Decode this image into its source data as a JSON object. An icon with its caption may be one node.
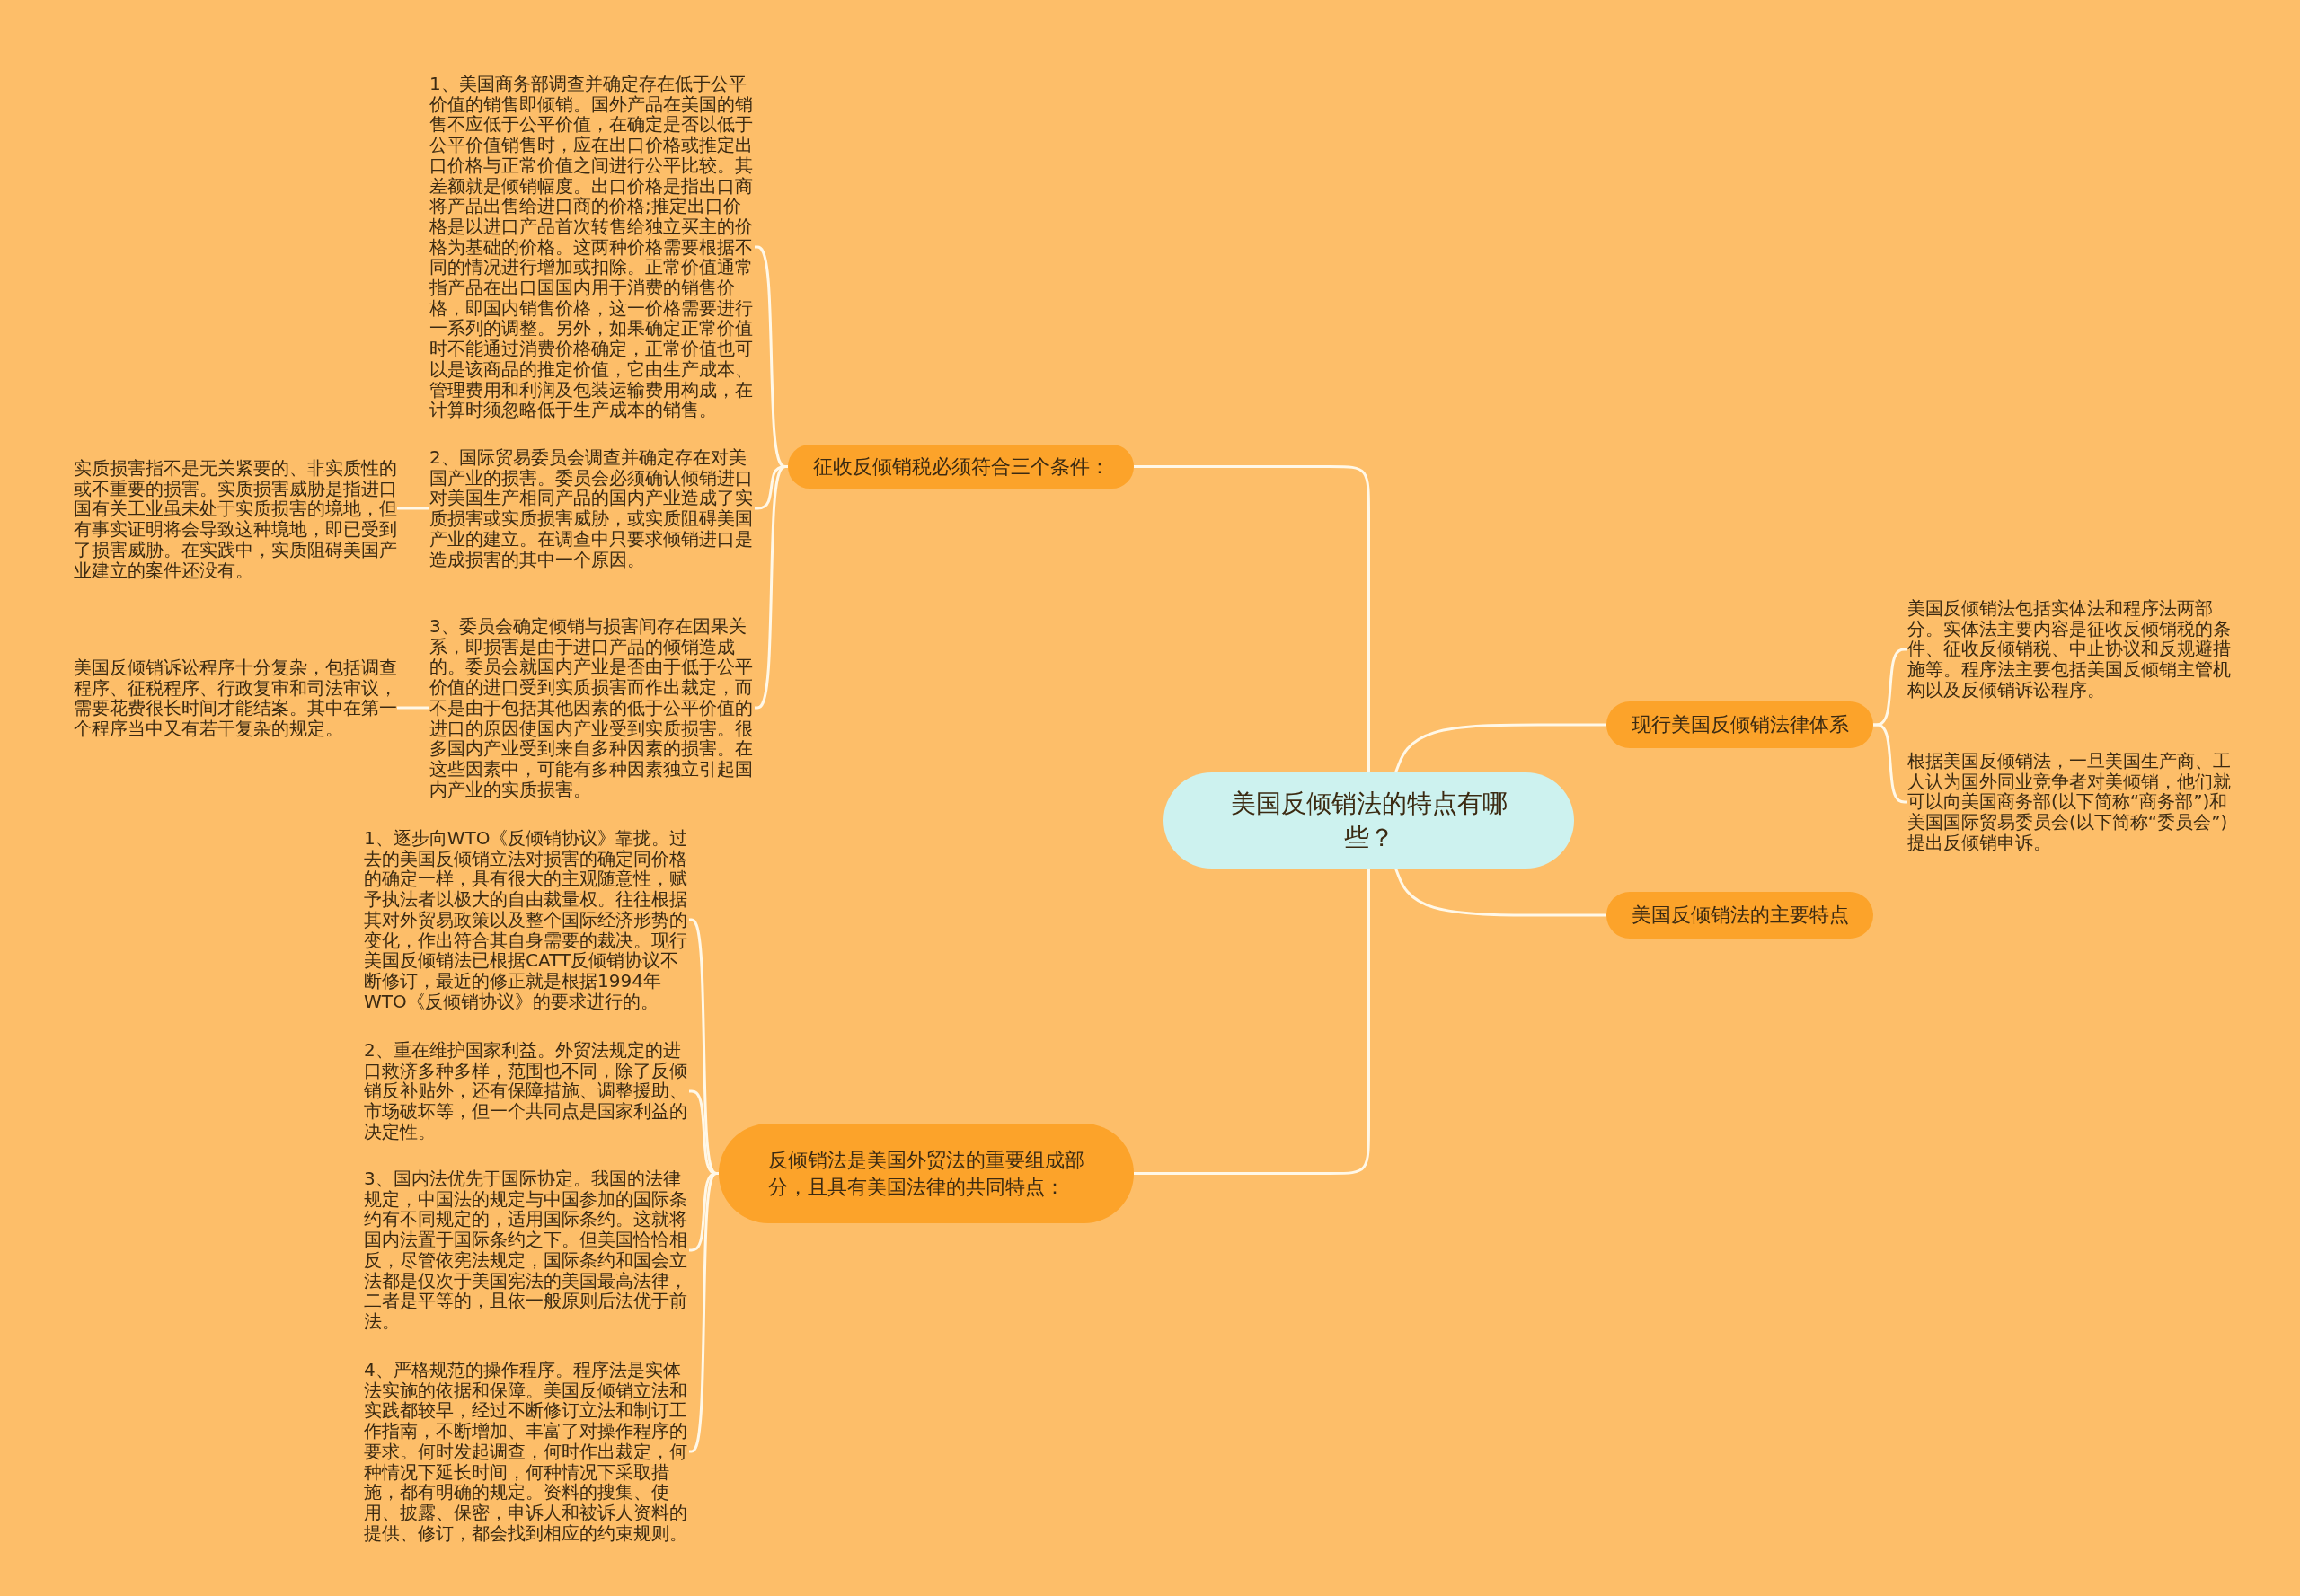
{
  "diagram": {
    "nodes": [
      {
        "text": [
          "美国反倾销法的特点有哪些？"
        ]
      },
      {
        "text": [
          "征收反倾销税必须符合三个条件："
        ]
      },
      {
        "text": [
          "1、美国商务部调查并确定存在低于公平价值的销售即倾销。国外产品在美国的销售不应低于公平价值，在确定是否以低于公平价值销售时，应在出口价格或推定出口价格与正常价值之间进行公平比较。其差额就是倾销幅度。出口价格是指出口商将产品出售给进口商的价格;推定出口价格是以进口产品首次转售给独立买主的价格为基础的价格。这两种价格需要根据不同的情况进行增加或扣除。正常价值通常指产品在出口国国内用于消费的销售价格，即国内销售价格，这一价格需要进行一系列的调整。另外，如果确定正常价值时不能通过消费价格确定，正常价值也可以是该商品的推定价值，它由生产成本、管理费用和利润及包装运输费用构成，在计算时须忽略低于生产成本的销售。"
        ]
      },
      {
        "text": [
          "2、国际贸易委员会调查并确定存在对美国产业的损害。委员会必须确认倾销进口对美国生产相同产品的国内产业造成了实质损害或实质损害威胁，或实质阻碍美国产业的建立。在调查中只要求倾销进口是造成损害的其中一个原因。"
        ]
      },
      {
        "text": [
          "实质损害指不是无关紧要的、非实质性的或不重要的损害。实质损害威胁是指进口国有关工业虽未处于实质损害的境地，但有事实证明将会导致这种境地，即已受到了损害威胁。在实践中，实质阻碍美国产业建立的案件还没有。"
        ]
      },
      {
        "text": [
          "3、委员会确定倾销与损害间存在因果关系，即损害是由于进口产品的倾销造成的。委员会就国内产业是否由于低于公平价值的进口受到实质损害而作出裁定，而不是由于包括其他因素的低于公平价值的进口的原因使国内产业受到实质损害。很多国内产业受到来自多种因素的损害。在这些因素中，可能有多种因素独立引起国内产业的实质损害。"
        ]
      },
      {
        "text": [
          "美国反倾销诉讼程序十分复杂，包括调查程序、征税程序、行政复审和司法审议，需要花费很长时间才能结案。其中在第一个程序当中又有若干复杂的规定。"
        ]
      },
      {
        "text": [
          "现行美国反倾销法律体系"
        ]
      },
      {
        "text": [
          "美国反倾销法包括实体法和程序法两部分。实体法主要内容是征收反倾销税的条件、征收反倾销税、中止协议和反规避措施等。程序法主要包括美国反倾销主管机构以及反倾销诉讼程序。"
        ]
      },
      {
        "text": [
          "根据美国反倾销法，一旦美国生产商、工人认为国外同业竞争者对美倾销，他们就可以向美国商务部(以下简称“商务部”)和美国国际贸易委员会(以下简称“委员会”)提出反倾销申诉。"
        ]
      },
      {
        "text": [
          "美国反倾销法的主要特点"
        ]
      },
      {
        "text": [
          "反倾销法是美国外贸法的重要组成部分，且具有美国法律的共同特点："
        ]
      },
      {
        "text": [
          "1、逐步向WTO《反倾销协议》靠拢。过去的美国反倾销立法对损害的确定同价格的确定一样，具有很大的主观随意性，赋予执法者以极大的自由裁量权。往往根据其对外贸易政策以及整个国际经济形势的变化，作出符合其自身需要的裁决。现行美国反倾销法已根据CATT反倾销协议不断修订，最近的修正就是根据1994年WTO《反倾销协议》的要求进行的。"
        ]
      },
      {
        "text": [
          "2、重在维护国家利益。外贸法规定的进口救济多种多样，范围也不同，除了反倾销反补贴外，还有保障措施、调整援助、市场破坏等，但一个共同点是国家利益的决定性。"
        ]
      },
      {
        "text": [
          "3、国内法优先于国际协定。我国的法律规定，中国法的规定与中国参加的国际条约有不同规定的，适用国际条约。这就将国内法置于国际条约之下。但美国恰恰相反，尽管依宪法规定，国际条约和国会立法都是仅次于美国宪法的美国最高法律，二者是平等的，且依一般原则后法优于前法。"
        ]
      },
      {
        "text": [
          "4、严格规范的操作程序。程序法是实体法实施的依据和保障。美国反倾销立法和实践都较早，经过不断修订立法和制订工作指南，不断增加、丰富了对操作程序的要求。何时发起调查，何时作出裁定，何种情况下延长时间，何种情况下采取措施，都有明确的规定。资料的搜集、使用、披露、保密，申诉人和被诉人资料的提供、修订，都会找到相应的约束规则。"
        ]
      }
    ],
    "edges": [
      {
        "from": 0,
        "to": 1,
        "arrow": "none"
      },
      {
        "from": 1,
        "to": 2,
        "arrow": "none"
      },
      {
        "from": 1,
        "to": 3,
        "arrow": "none"
      },
      {
        "from": 3,
        "to": 4,
        "arrow": "none"
      },
      {
        "from": 1,
        "to": 5,
        "arrow": "none"
      },
      {
        "from": 5,
        "to": 6,
        "arrow": "none"
      },
      {
        "from": 0,
        "to": 7,
        "arrow": "none"
      },
      {
        "from": 7,
        "to": 8,
        "arrow": "none"
      },
      {
        "from": 7,
        "to": 9,
        "arrow": "none"
      },
      {
        "from": 0,
        "to": 10,
        "arrow": "none"
      },
      {
        "from": 0,
        "to": 11,
        "arrow": "none"
      },
      {
        "from": 11,
        "to": 12,
        "arrow": "none"
      },
      {
        "from": 11,
        "to": 13,
        "arrow": "none"
      },
      {
        "from": 11,
        "to": 14,
        "arrow": "none"
      },
      {
        "from": 11,
        "to": 15,
        "arrow": "none"
      }
    ]
  }
}
